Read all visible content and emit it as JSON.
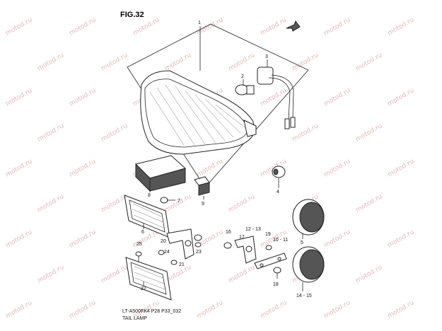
{
  "figure": {
    "title": "FIG.32",
    "model_code": "LT-A500FK4 P28 P33_032",
    "caption": "TAIL LAMP",
    "watermark_text": "motod.ru"
  },
  "callouts": [
    {
      "id": "c1",
      "text": "1"
    },
    {
      "id": "c2",
      "text": "2"
    },
    {
      "id": "c3",
      "text": "3"
    },
    {
      "id": "c4",
      "text": "4"
    },
    {
      "id": "c5",
      "text": "5"
    },
    {
      "id": "c6",
      "text": "6"
    },
    {
      "id": "c7",
      "text": "7"
    },
    {
      "id": "c8",
      "text": "8"
    },
    {
      "id": "c9",
      "text": "9"
    },
    {
      "id": "c1011",
      "text": "10 - 11"
    },
    {
      "id": "c1213",
      "text": "12 - 13"
    },
    {
      "id": "c1415",
      "text": "14 - 15"
    },
    {
      "id": "c16",
      "text": "16"
    },
    {
      "id": "c17",
      "text": "17"
    },
    {
      "id": "c18",
      "text": "18"
    },
    {
      "id": "c19",
      "text": "19"
    },
    {
      "id": "c20",
      "text": "20"
    },
    {
      "id": "c21",
      "text": "21"
    },
    {
      "id": "c22",
      "text": "22"
    },
    {
      "id": "c23",
      "text": "23"
    },
    {
      "id": "c24",
      "text": "24"
    },
    {
      "id": "c25",
      "text": "25"
    }
  ],
  "colors": {
    "line": "#222222",
    "watermark": "#e4b8b8"
  }
}
